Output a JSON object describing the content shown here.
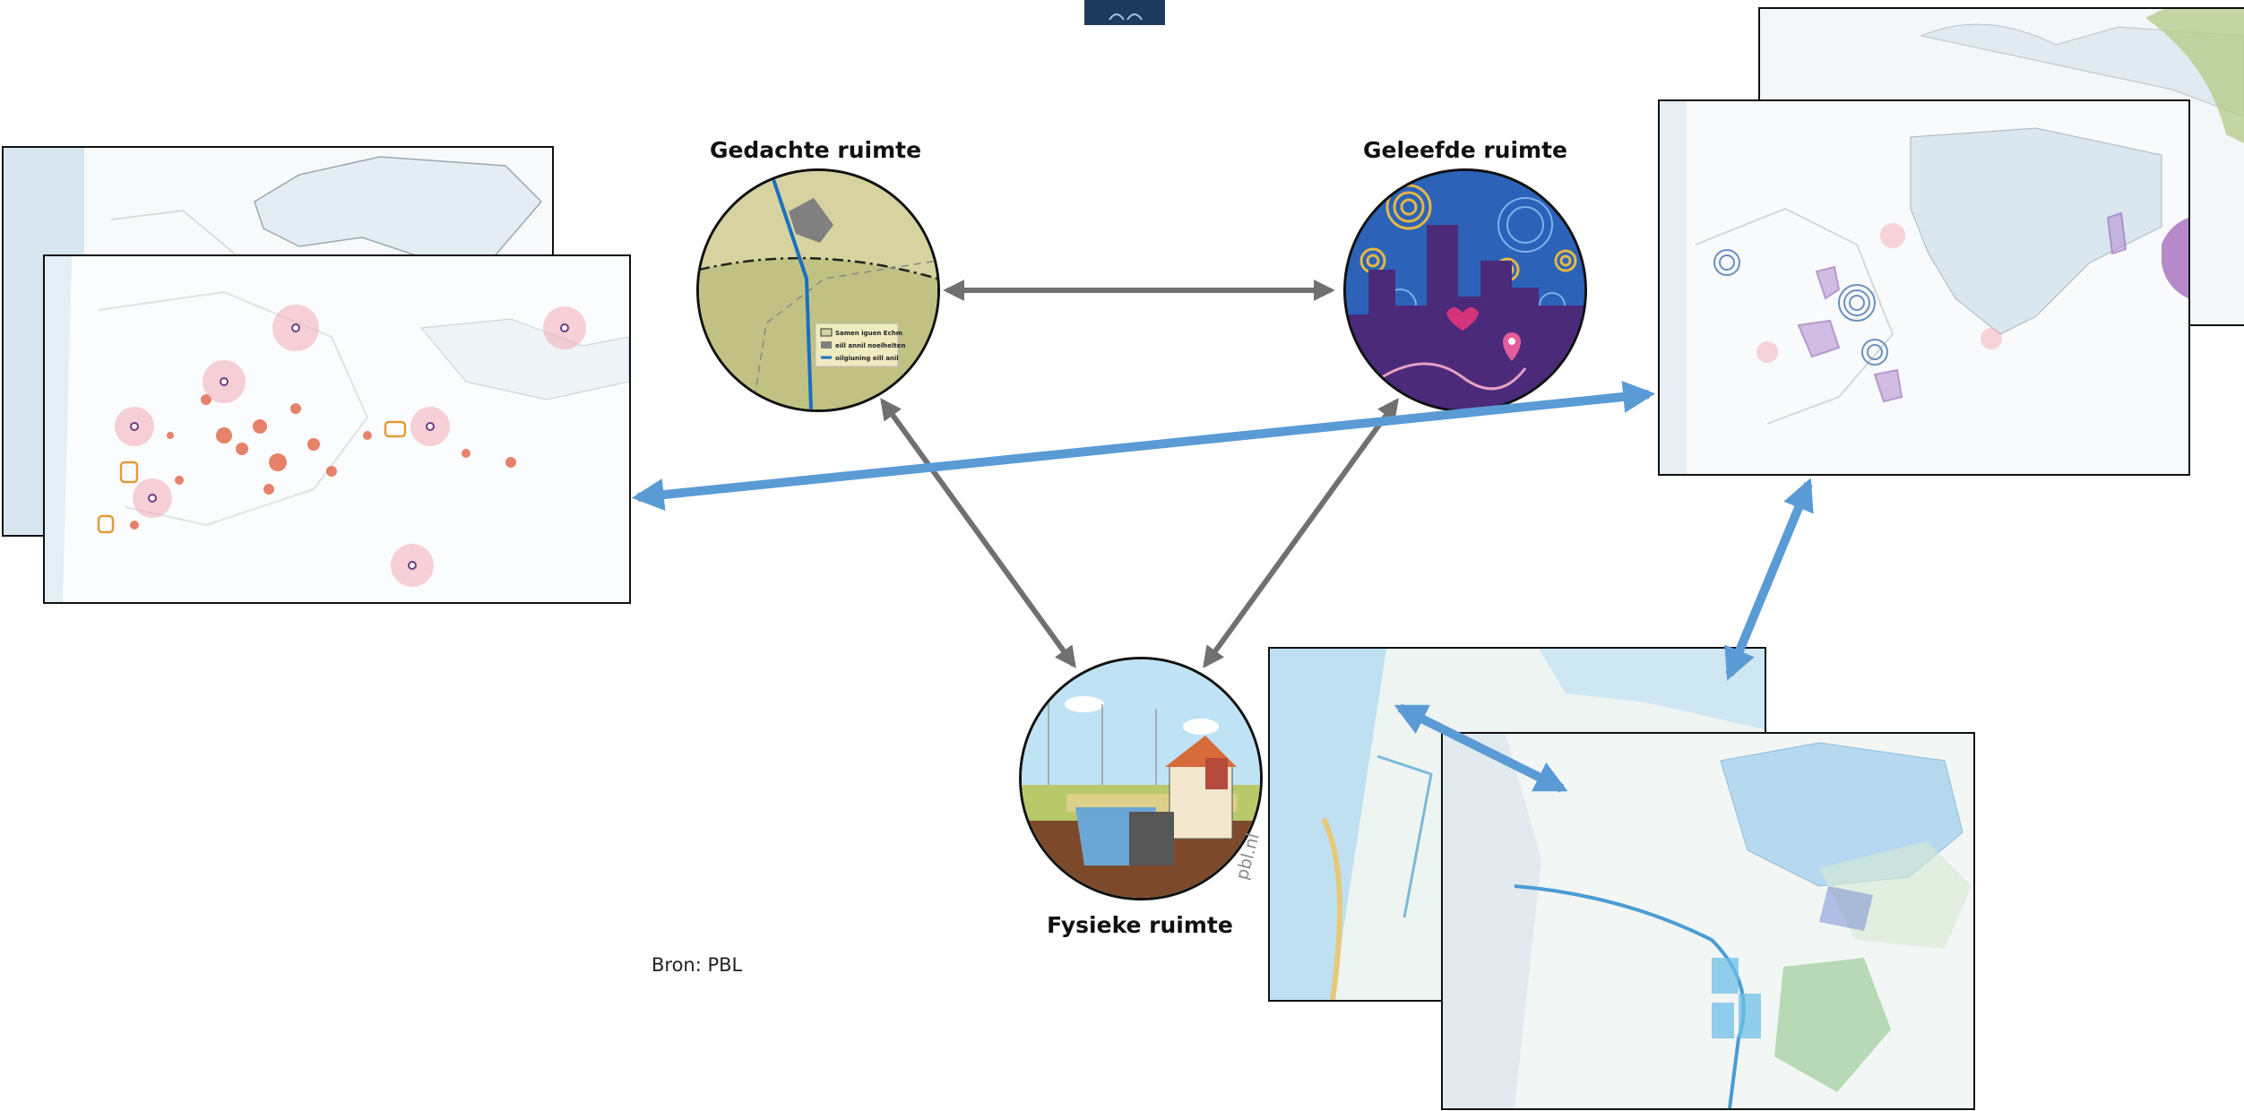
{
  "labels": {
    "gedachte": "Gedachte ruimte",
    "geleefde": "Geleefde ruimte",
    "fysieke": "Fysieke ruimte"
  },
  "source": "Bron: PBL",
  "watermark": "pbl.nl",
  "legend_gedachte": [
    "Samen iguen Echm",
    "eill annil noelhelten",
    "oilgiuning eill anil"
  ],
  "colors": {
    "arrow_gray": "#707070",
    "arrow_blue": "#5b9bd5",
    "header_block": "#1b3a5c"
  }
}
